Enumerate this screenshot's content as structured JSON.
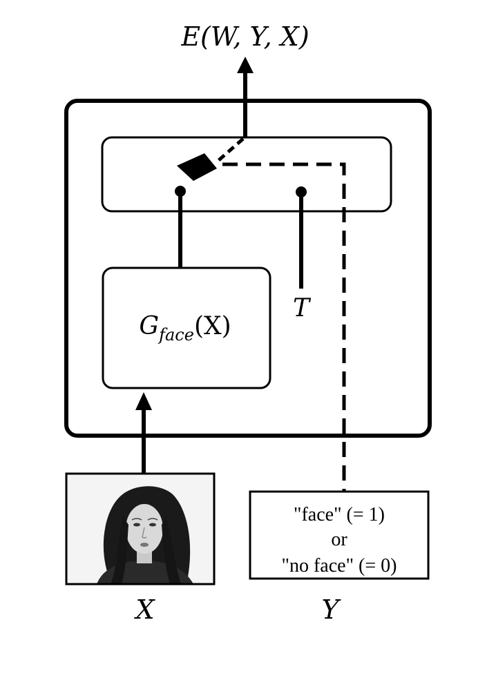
{
  "diagram": {
    "energy_label": "E(W, Y, X)",
    "generator_label": {
      "base": "G",
      "subscript": "face",
      "args": "(X)"
    },
    "threshold_label": "T",
    "input_x_label": "X",
    "input_y_label": "Y",
    "y_box_lines": [
      "\"face\" (= 1)",
      "or",
      "\"no face\" (= 0)"
    ],
    "x_image_description": "face-photo"
  }
}
